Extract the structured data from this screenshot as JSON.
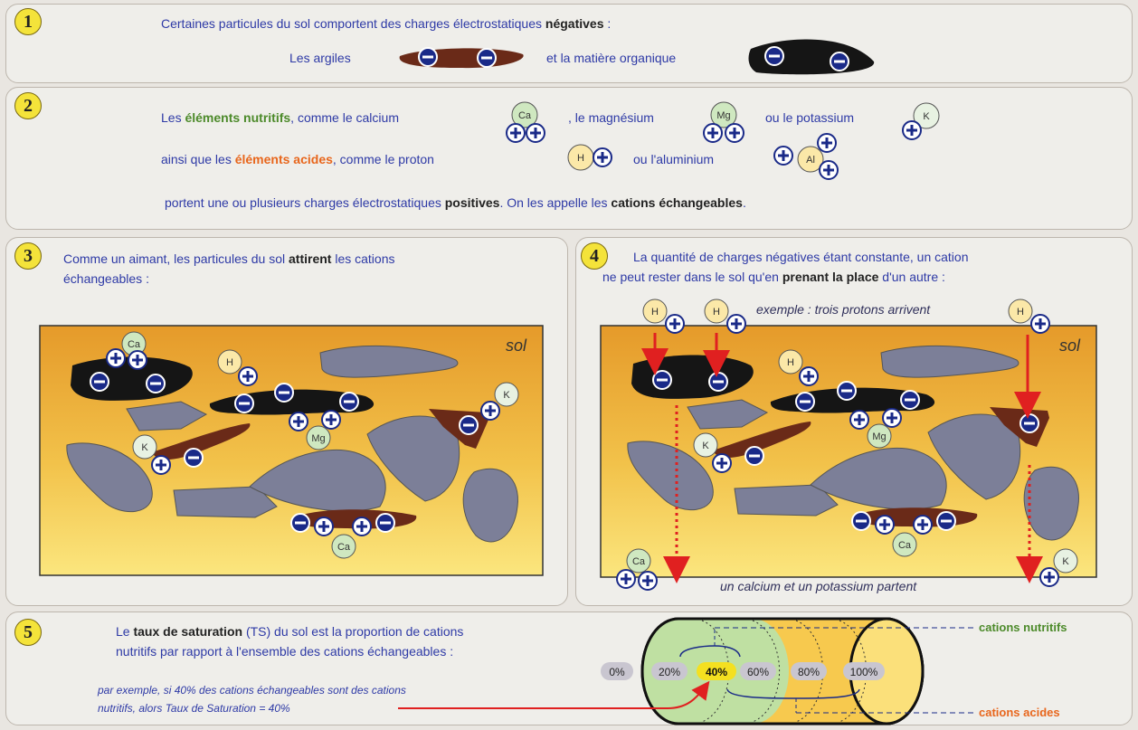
{
  "p1": {
    "num": "1",
    "intro": "Certaines particules du sol comportent des charges électrostatiques",
    "intro_bold": "négatives",
    "intro_end": " :",
    "argiles": "Les argiles",
    "organique": "et la matière organique"
  },
  "p2": {
    "num": "2",
    "l1_a": "Les ",
    "l1_b": "éléments nutritifs",
    "l1_c": ", comme le calcium",
    "l1_d": ", le magnésium",
    "l1_e": "ou le potassium",
    "l2_a": "ainsi que les ",
    "l2_b": "éléments acides",
    "l2_c": ", comme le proton",
    "l2_d": "ou l'aluminium",
    "l3_a": "portent une ou plusieurs charges électrostatiques ",
    "l3_b": "positives",
    "l3_c": ". On les appelle les ",
    "l3_d": "cations échangeables",
    "l3_e": "."
  },
  "p3": {
    "num": "3",
    "l1_a": "Comme un aimant, les particules du sol ",
    "l1_b": "attirent",
    "l1_c": " les cations",
    "l2": "échangeables :",
    "sol": "sol"
  },
  "p4": {
    "num": "4",
    "l1": "La quantité de charges négatives étant constante, un cation",
    "l2_a": "ne peut rester dans le sol qu'en ",
    "l2_b": "prenant la place",
    "l2_c": " d'un autre :",
    "exemple": "exemple : trois protons arrivent",
    "sol": "sol",
    "partent": "un calcium et un potassium partent"
  },
  "p5": {
    "num": "5",
    "l1_a": "Le ",
    "l1_b": "taux de saturation",
    "l1_c": " (TS) du sol est la proportion de cations",
    "l2": "nutritifs par rapport à l'ensemble des cations échangeables :",
    "ex1": "par exemple, si 40% des cations échangeables sont des cations",
    "ex2": "nutritifs, alors Taux de Saturation = 40%",
    "nutritifs": "cations nutritifs",
    "acides": "cations acides",
    "scale": [
      "0%",
      "20%",
      "40%",
      "60%",
      "80%",
      "100%"
    ]
  },
  "ions": {
    "ca": "Ca",
    "mg": "Mg",
    "k": "K",
    "h": "H",
    "al": "Al"
  },
  "colors": {
    "text_blue": "#2e3aa6",
    "nutritive_green": "#4c8a2a",
    "acid_orange": "#e8661c",
    "rock_grey": "#7c7f98",
    "clay_brown": "#6a2a18",
    "arrow_red": "#e02020"
  }
}
